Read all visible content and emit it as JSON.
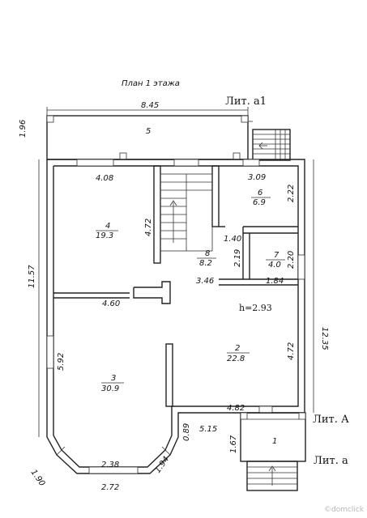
{
  "title": "План 1 этажа",
  "height_note": "h=2.93",
  "lit_labels": {
    "a1": "Лит. а1",
    "A": "Лит. А",
    "a": "Лит. а"
  },
  "dimensions": {
    "top_total": "8.45",
    "left_porch": "1.96",
    "left_total": "11.57",
    "right_total": "12.35",
    "room4_top": "4.08",
    "room4_right": "4.72",
    "room6_top": "3.09",
    "room6_right": "2.22",
    "corridor_140": "1.40",
    "corridor_219": "2.19",
    "room7_right": "2.20",
    "corridor_346": "3.46",
    "room7_bottom": "1.84",
    "room3_top": "4.60",
    "room3_left": "5.92",
    "room2_right": "4.72",
    "room2_bottom": "4.82",
    "entry_089": "0.89",
    "entry_515": "5.15",
    "entry_167": "1.67",
    "bay_190": "1.90",
    "bay_238": "2.38",
    "bay_194": "1.94",
    "bay_272": "2.72"
  },
  "rooms": [
    {
      "id": "5",
      "number": "5",
      "area": ""
    },
    {
      "id": "4",
      "number": "4",
      "area": "19.3"
    },
    {
      "id": "6",
      "number": "6",
      "area": "6.9"
    },
    {
      "id": "8",
      "number": "8",
      "area": "8.2"
    },
    {
      "id": "7",
      "number": "7",
      "area": "4.0"
    },
    {
      "id": "2",
      "number": "2",
      "area": "22.8"
    },
    {
      "id": "3",
      "number": "3",
      "area": "30.9"
    },
    {
      "id": "1",
      "number": "1",
      "area": ""
    }
  ],
  "watermark": "©domclick"
}
